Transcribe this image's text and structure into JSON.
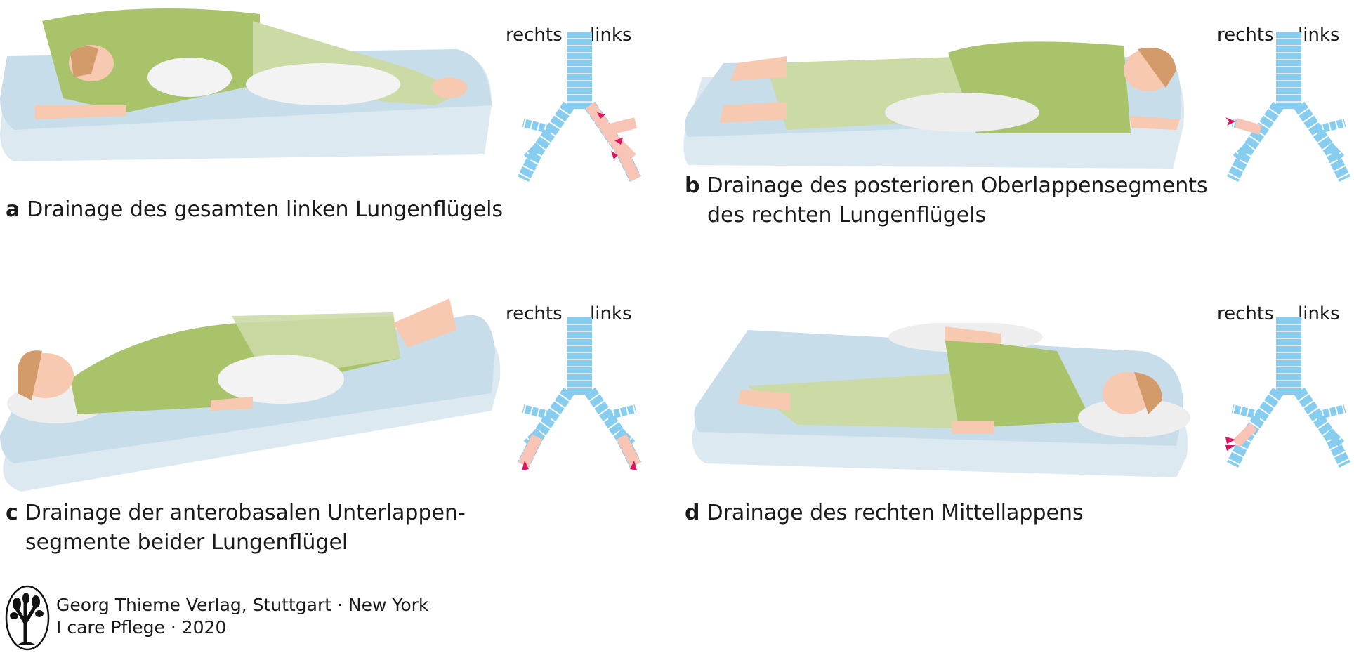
{
  "panels": [
    {
      "letter": "a",
      "caption_line1": "Drainage des gesamten linken Lungenflügels",
      "caption_line2": "",
      "label_right": "rechts",
      "label_left": "links"
    },
    {
      "letter": "b",
      "caption_line1": "Drainage des posterioren Oberlappensegments",
      "caption_line2": "des rechten Lungenflügels",
      "label_right": "rechts",
      "label_left": "links"
    },
    {
      "letter": "c",
      "caption_line1": "Drainage der anterobasalen Unterlappen-",
      "caption_line2": "segmente beider Lungenflügel",
      "label_right": "rechts",
      "label_left": "links"
    },
    {
      "letter": "d",
      "caption_line1": "Drainage des rechten Mittellappens",
      "caption_line2": "",
      "label_right": "rechts",
      "label_left": "links"
    }
  ],
  "footer": {
    "publisher": "Georg Thieme Verlag, Stuttgart · New York",
    "book": "I care Pflege · 2020",
    "logo_icon": "tree-logo-icon"
  },
  "colors": {
    "bronchi": "#86cdf0",
    "highlight": "#f7c4b6",
    "arrow": "#e0115f",
    "shirt": "#a8c36a",
    "pants": "#ccdaa6",
    "skin": "#f6c9b0",
    "mattress": "#c7dde9"
  }
}
